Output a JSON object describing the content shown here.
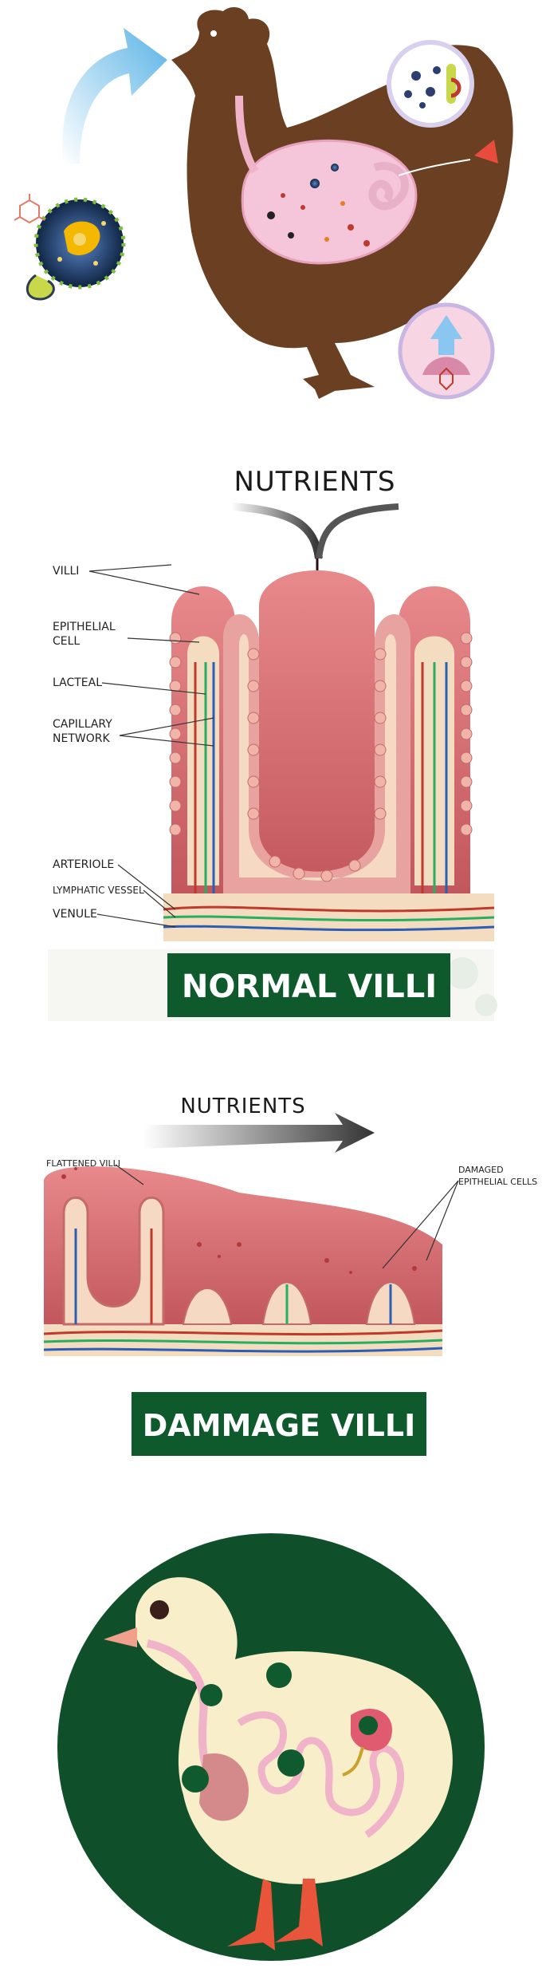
{
  "normal_diagram": {
    "heading": "NUTRIENTS",
    "labels": {
      "villi": "VILLI",
      "epithelial_1": "EPITHELIAL",
      "epithelial_2": "CELL",
      "lacteal": "LACTEAL",
      "capillary_1": "CAPILLARY",
      "capillary_2": "NETWORK",
      "arteriole": "ARTERIOLE",
      "lymphatic": "LYMPHATIC VESSEL",
      "venule": "VENULE"
    },
    "banner": "NORMAL VILLI"
  },
  "damaged_diagram": {
    "heading": "NUTRIENTS",
    "labels": {
      "flattened": "FLATTENED VILLI",
      "damaged_1": "DAMAGED",
      "damaged_2": "EPITHELIAL CELLS"
    },
    "banner": "DAMMAGE VILLI"
  },
  "colors": {
    "banner_green": "#0e5a2c",
    "hen_brown": "#6b3f22",
    "villi_pink": "#d9787c",
    "circle_green": "#0f4f2a",
    "chick_cream": "#f8eec9"
  }
}
